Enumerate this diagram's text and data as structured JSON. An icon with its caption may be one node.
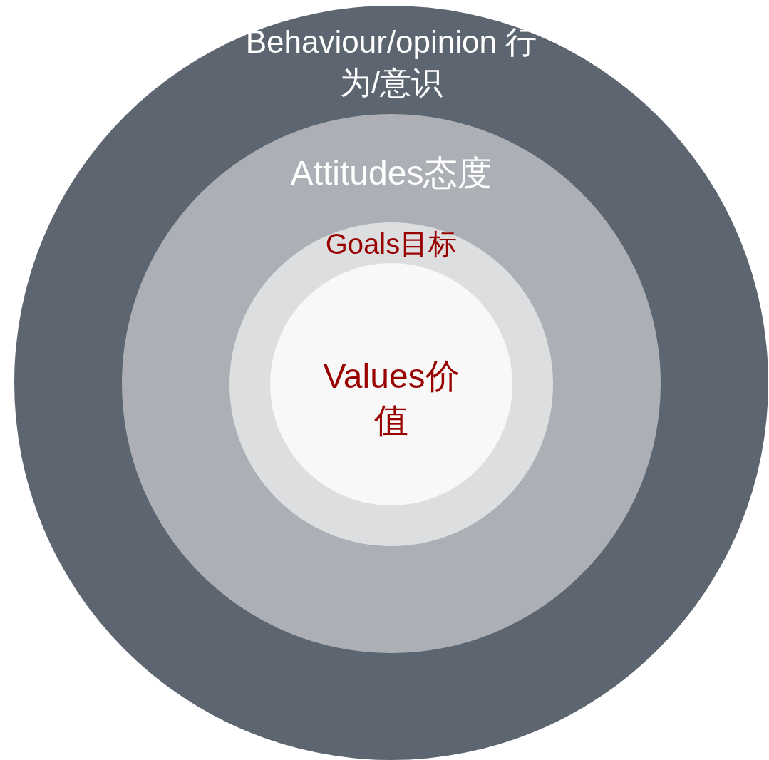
{
  "diagram": {
    "nodes": [
      {
        "text": [
          "Behaviour/opinion 行为/意识"
        ]
      },
      {
        "text": [
          "Attitudes态度"
        ],
        "in": 0
      },
      {
        "text": [
          "Goals目标"
        ],
        "in": 1
      },
      {
        "text": [
          "Values价值"
        ],
        "in": 2
      }
    ]
  }
}
